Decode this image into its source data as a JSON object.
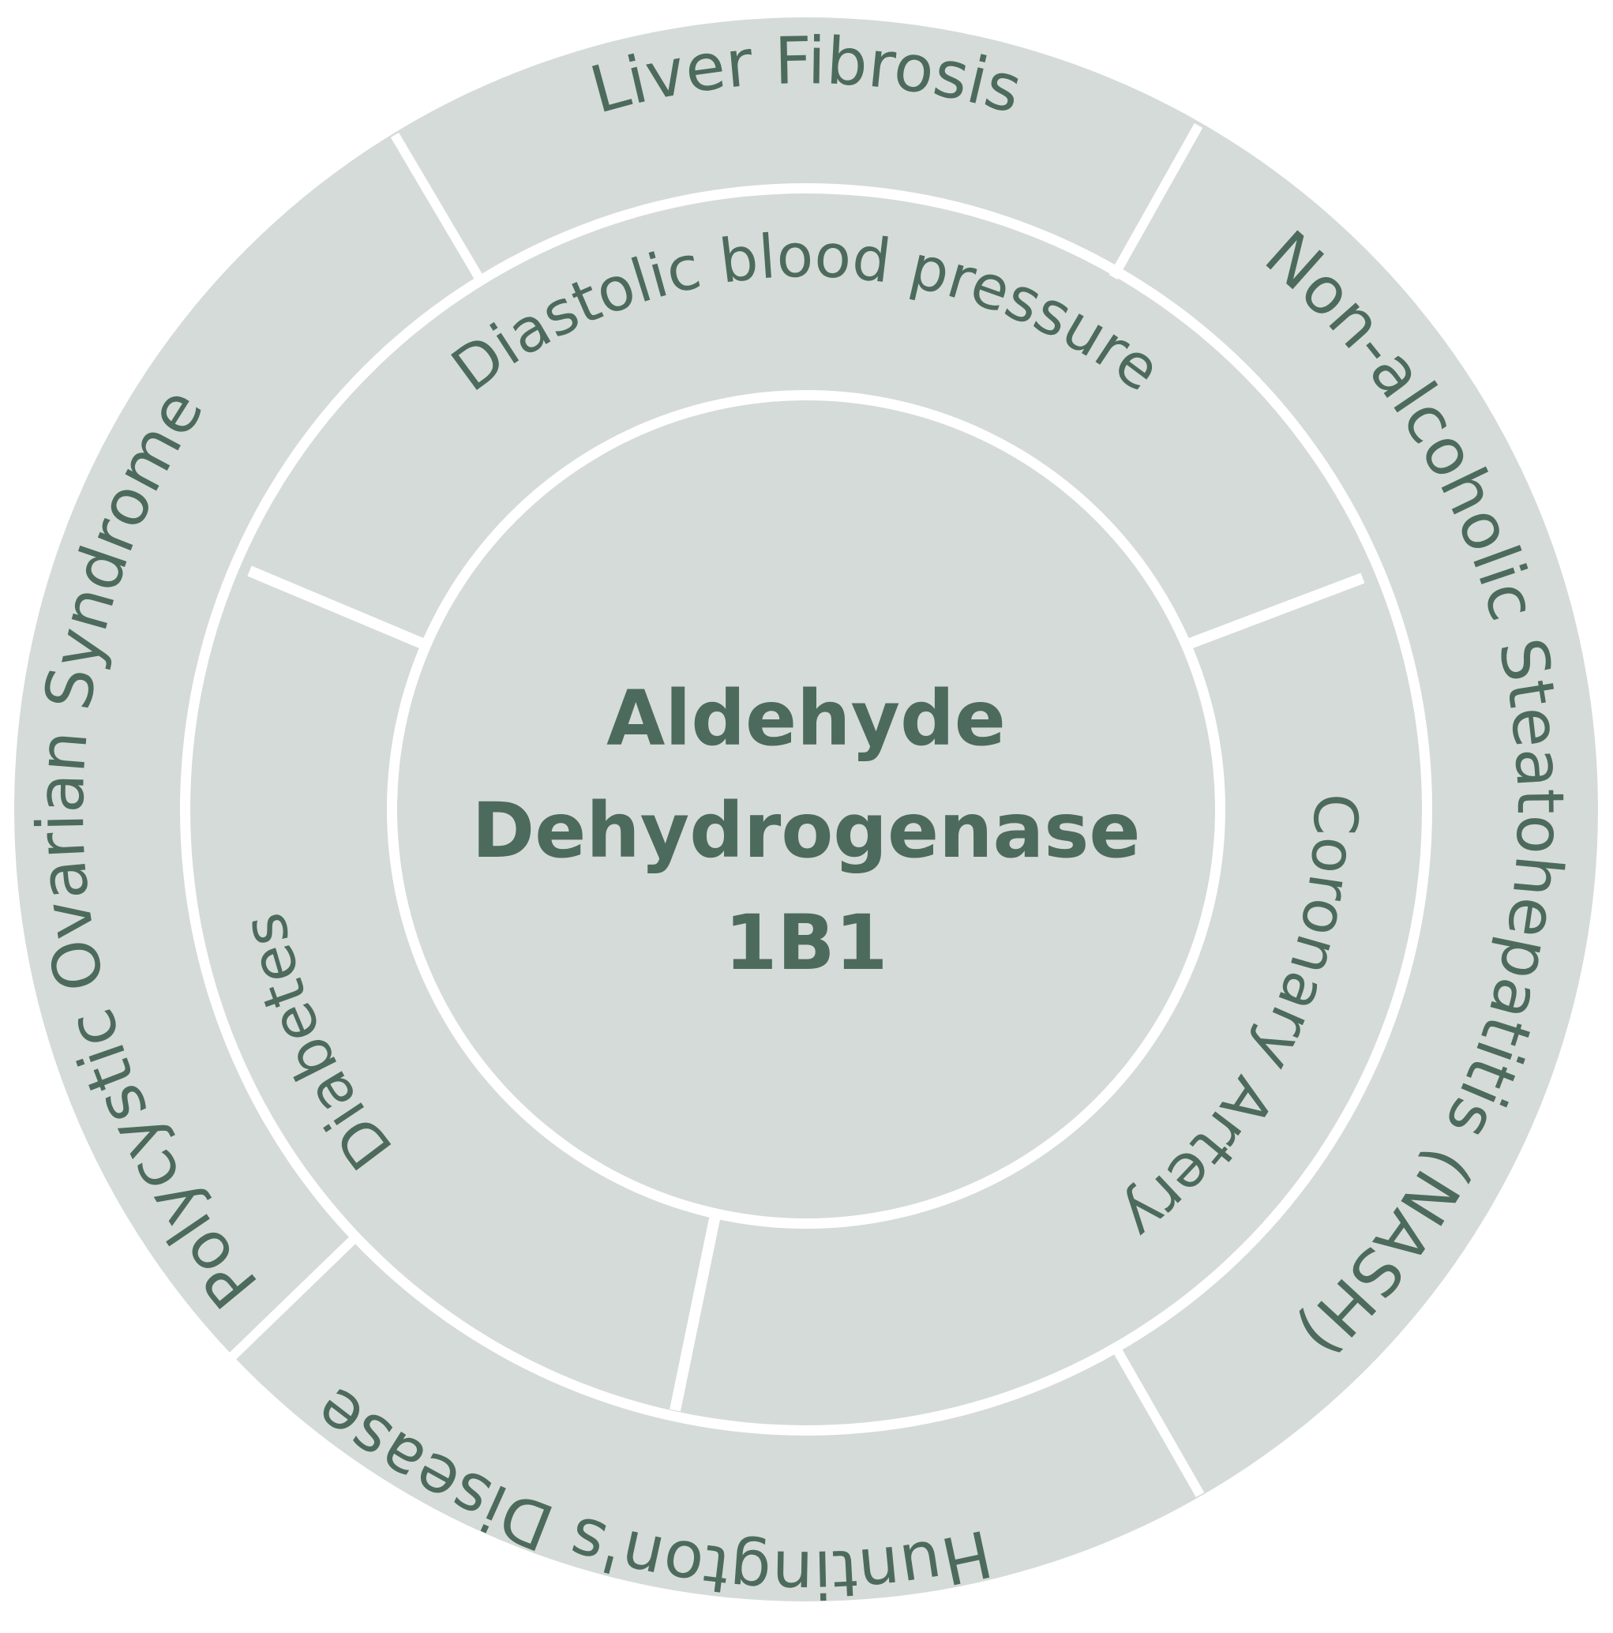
{
  "center": {
    "line1": "Aldehyde",
    "line2": "Dehydrogenase",
    "line3": "1B1"
  },
  "outer_ring": {
    "liver_fibrosis": "Liver Fibrosis",
    "nash": "Non-alcoholic Steatohepatitis (NASH)",
    "huntingtons": "Huntington's Disease",
    "pcos": "Polycystic Ovarian Syndrome"
  },
  "middle_ring": {
    "diastolic": "Diastolic blood pressure",
    "coronary": "Coronary Artery",
    "diabetes": "Diabetes"
  },
  "colors": {
    "segment_fill": "#d5dbd9",
    "separator": "#ffffff",
    "text": "#4d6b5c"
  }
}
